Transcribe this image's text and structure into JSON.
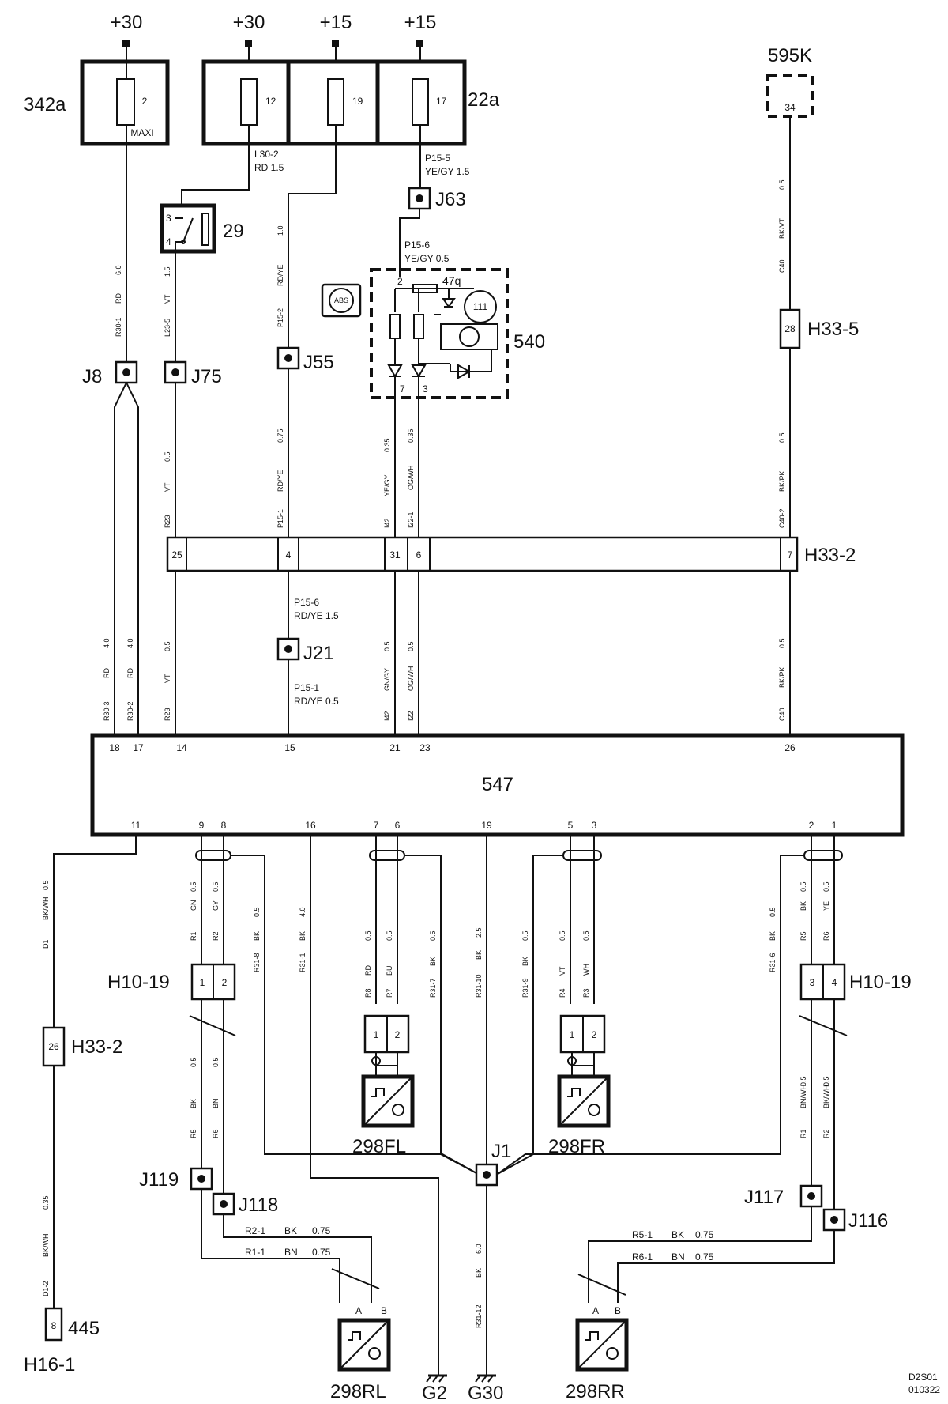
{
  "supplies": [
    "+30",
    "+30",
    "+15",
    "+15"
  ],
  "fuse_boxes": {
    "f342a": {
      "label": "342a",
      "fuse": "2",
      "note": "MAXI"
    },
    "f22a": {
      "label": "22a",
      "fuses": [
        "12",
        "19",
        "17"
      ]
    },
    "f595k": {
      "label": "595K",
      "pin": "34"
    }
  },
  "components": {
    "relay29": {
      "label": "29",
      "pins": [
        "3",
        "4"
      ]
    },
    "abs_unit": {
      "label": "540",
      "lamp": "47q",
      "gauge": "111",
      "pins": [
        "2",
        "7",
        "3"
      ],
      "logo": "ABS"
    },
    "control_unit": {
      "label": "547",
      "top_pins": [
        "18",
        "17",
        "14",
        "15",
        "21",
        "23",
        "26"
      ],
      "bottom_pins": [
        "11",
        "9",
        "8",
        "16",
        "7",
        "6",
        "19",
        "5",
        "3",
        "2",
        "1"
      ]
    },
    "sensors": [
      "298FL",
      "298FR",
      "298RL",
      "298RR"
    ],
    "grounds": [
      "G2",
      "G30"
    ],
    "end_connector": {
      "label": "445",
      "pin": "8",
      "name": "H16-1"
    }
  },
  "junctions": [
    "J63",
    "J8",
    "J75",
    "J55",
    "J21",
    "J1",
    "J119",
    "J118",
    "J117",
    "J116"
  ],
  "connectors": {
    "h33_5": {
      "label": "H33-5",
      "pin": "28"
    },
    "h33_2": {
      "label": "H33-2",
      "pins": [
        "25",
        "4",
        "31",
        "6",
        "7"
      ]
    },
    "h33_2b": {
      "label": "H33-2",
      "pin": "26"
    },
    "h10_19_left": {
      "label": "H10-19",
      "pins": [
        "1",
        "2"
      ]
    },
    "h10_19_right": {
      "label": "H10-19",
      "pins": [
        "3",
        "4"
      ]
    },
    "fl_pins": [
      "1",
      "2"
    ],
    "fr_pins": [
      "1",
      "2"
    ],
    "sensor_pins": [
      "A",
      "B"
    ]
  },
  "wire_labels": {
    "l30_2a": "L30-2",
    "l30_2b": "RD  1.5",
    "p15_5a": "P15-5",
    "p15_5b": "YE/GY  1.5",
    "p15_6a": "P15-6",
    "p15_6b": "YE/GY  0.5",
    "p15_6c": "P15-6",
    "p15_6d": "RD/YE  1.5",
    "p15_1a": "P15-1",
    "p15_1b": "RD/YE  0.5",
    "r2_1": "R2-1",
    "r2_1c": "BK",
    "r2_1s": "0.75",
    "r1_1": "R1-1",
    "r1_1c": "BN",
    "r1_1s": "0.75",
    "r5_1": "R5-1",
    "r5_1c": "BK",
    "r5_1s": "0.75",
    "r6_1": "R6-1",
    "r6_1c": "BN",
    "r6_1s": "0.75"
  },
  "vertical_labels": [
    "R30-1",
    "RD",
    "6.0",
    "L23-5",
    "VT",
    "1.5",
    "P15-2",
    "RD/YE",
    "1.0",
    "R23",
    "VT",
    "0.5",
    "P15-1",
    "RD/YE",
    "0.75",
    "I42",
    "YE/GY",
    "0.35",
    "I22-1",
    "OG/WH",
    "0.35",
    "C40",
    "BK/VT",
    "0.5",
    "C40-2",
    "BK/PK",
    "0.5",
    "R30-3",
    "RD",
    "4.0",
    "R30-2",
    "RD",
    "4.0",
    "R23",
    "VT",
    "0.5",
    "I42",
    "GN/GY",
    "0.5",
    "I22",
    "OG/WH",
    "0.5",
    "C40",
    "BK/PK",
    "0.5",
    "D1",
    "BK/WH",
    "0.5",
    "D1-2",
    "BK/WH",
    "0.35",
    "R1",
    "GN",
    "0.5",
    "R2",
    "GY",
    "0.5",
    "R31-8",
    "BK",
    "0.5",
    "R31-1",
    "BK",
    "4.0",
    "R8",
    "RD",
    "0.5",
    "R7",
    "BU",
    "0.5",
    "R31-7",
    "BK",
    "0.5",
    "R31-10",
    "BK",
    "2.5",
    "R31-9",
    "BK",
    "0.5",
    "R4",
    "VT",
    "0.5",
    "R3",
    "WH",
    "0.5",
    "R31-6",
    "BK",
    "0.5",
    "R5",
    "BK",
    "0.5",
    "R6",
    "YE",
    "0.5",
    "R1",
    "BN/WH",
    "0.5",
    "R2",
    "BK/WH",
    "0.5",
    "R5",
    "BK",
    "0.5",
    "R6",
    "BN",
    "0.5",
    "R31-12",
    "BK",
    "6.0"
  ],
  "doc_code": [
    "D2S01",
    "010322"
  ]
}
